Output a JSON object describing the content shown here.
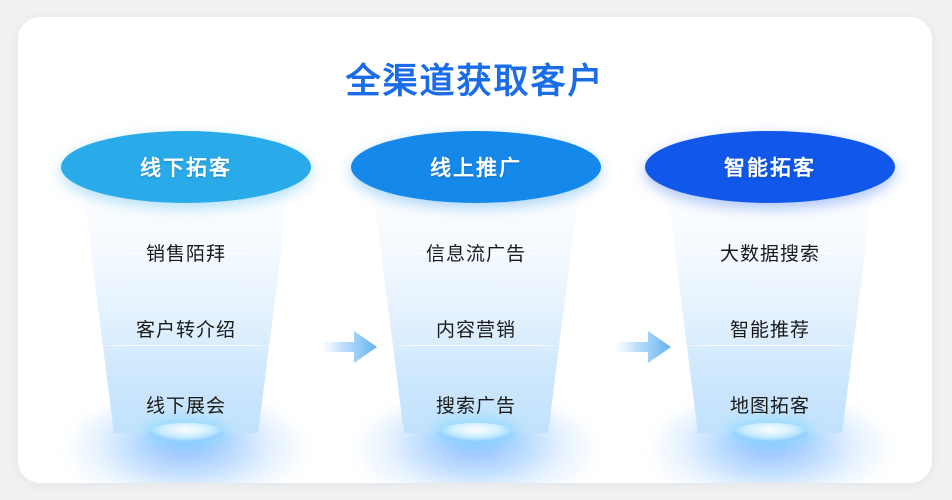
{
  "page": {
    "title": "全渠道获取客户",
    "background_color": "#f0f1f2",
    "card_color": "#ffffff",
    "title_color": "#1b6ce8"
  },
  "funnels": [
    {
      "header": "线下拓客",
      "header_color": "#2aabe9",
      "stages": [
        "销售陌拜",
        "客户转介绍",
        "线下展会"
      ]
    },
    {
      "header": "线上推广",
      "header_color": "#1589e9",
      "stages": [
        "信息流广告",
        "内容营销",
        "搜索广告"
      ]
    },
    {
      "header": "智能拓客",
      "header_color": "#1057ea",
      "stages": [
        "大数据搜索",
        "智能推荐",
        "地图拓客"
      ]
    }
  ],
  "connectors": [
    {
      "icon": "arrow-right-icon",
      "color": "#6cb6f5"
    },
    {
      "icon": "arrow-right-icon",
      "color": "#6cb6f5"
    }
  ]
}
